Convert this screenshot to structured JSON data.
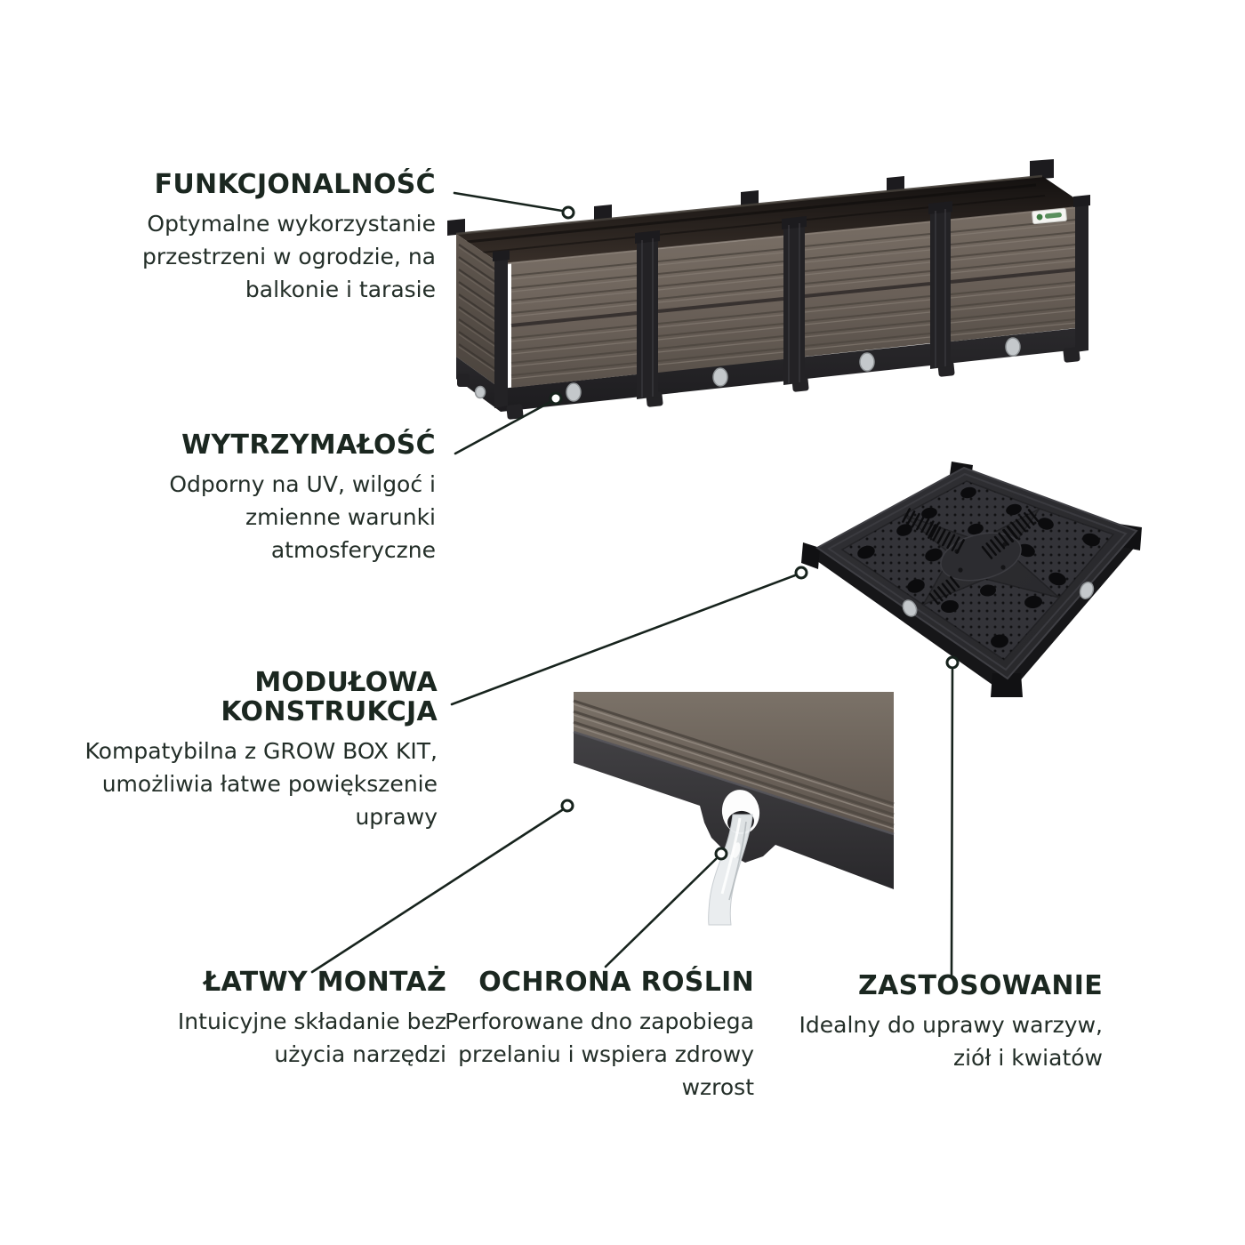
{
  "features": [
    {
      "id": "funkcjonalnosc",
      "title": "FUNKCJONALNOŚĆ",
      "description_lines": [
        "Optymalne wykorzystanie",
        "przestrzeni w ogrodzie, na",
        "balkonie i tarasie"
      ]
    },
    {
      "id": "wytrzymalosc",
      "title": "WYTRZYMAŁOŚĆ",
      "description_lines": [
        "Odporny na UV, wilgoć i",
        "zmienne warunki",
        "atmosferyczne"
      ]
    },
    {
      "id": "modulowa-konstrukcja",
      "title": [
        "MODUŁOWA",
        "KONSTRUKCJA"
      ],
      "description_lines": [
        "Kompatybilna z GROW BOX KIT,",
        "umożliwia łatwe powiększenie",
        "uprawy"
      ]
    },
    {
      "id": "latwy-montaz",
      "title": "ŁATWY MONTAŻ",
      "description_lines": [
        "Intuicyjne składanie bez",
        "użycia narzędzi"
      ]
    },
    {
      "id": "ochrona-roslin",
      "title": "OCHRONA ROŚLIN",
      "description_lines": [
        "Perforowane dno zapobiega",
        "przelaniu i wspiera zdrowy",
        "wzrost"
      ]
    },
    {
      "id": "zastosowanie",
      "title": "ZASTOSOWANIE",
      "description_lines": [
        "Idealny do uprawy warzyw,",
        "ziół i kwiatów"
      ]
    }
  ],
  "images": {
    "planter": "planter-box-4-modules",
    "base_plate": "perforated-base-plate",
    "drainage": "drainage-hole-with-water-stream"
  },
  "colors": {
    "background": "#ffffff",
    "heading": "#1b2720",
    "body_text": "#232e28",
    "line": "#17231d",
    "panel": "#6e645c",
    "panel_dark": "#564e47",
    "plastic": "#232225",
    "interior": "#2b2420",
    "plate": "#2b2b2f",
    "plate_panel": "#333338",
    "clip": "#c4c8cb",
    "water": "#e9edef",
    "brand_green": "#3d7c42"
  }
}
